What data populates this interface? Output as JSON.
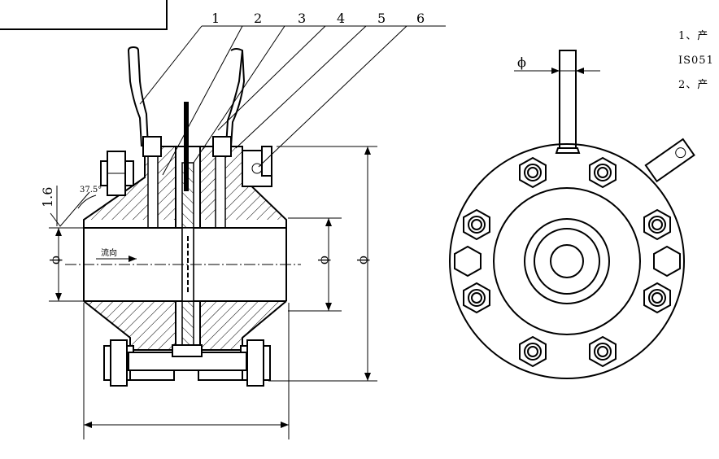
{
  "callouts": [
    "1",
    "2",
    "3",
    "4",
    "5",
    "6"
  ],
  "section_view": {
    "roughness": "1.6",
    "angle": "37.5°",
    "flow_label": "流向",
    "dia_symbol": "ϕ"
  },
  "end_view": {
    "dia_symbol": "ϕ"
  },
  "notes": {
    "line1": "1、产",
    "line2": "IS051",
    "line3": "2、产"
  }
}
